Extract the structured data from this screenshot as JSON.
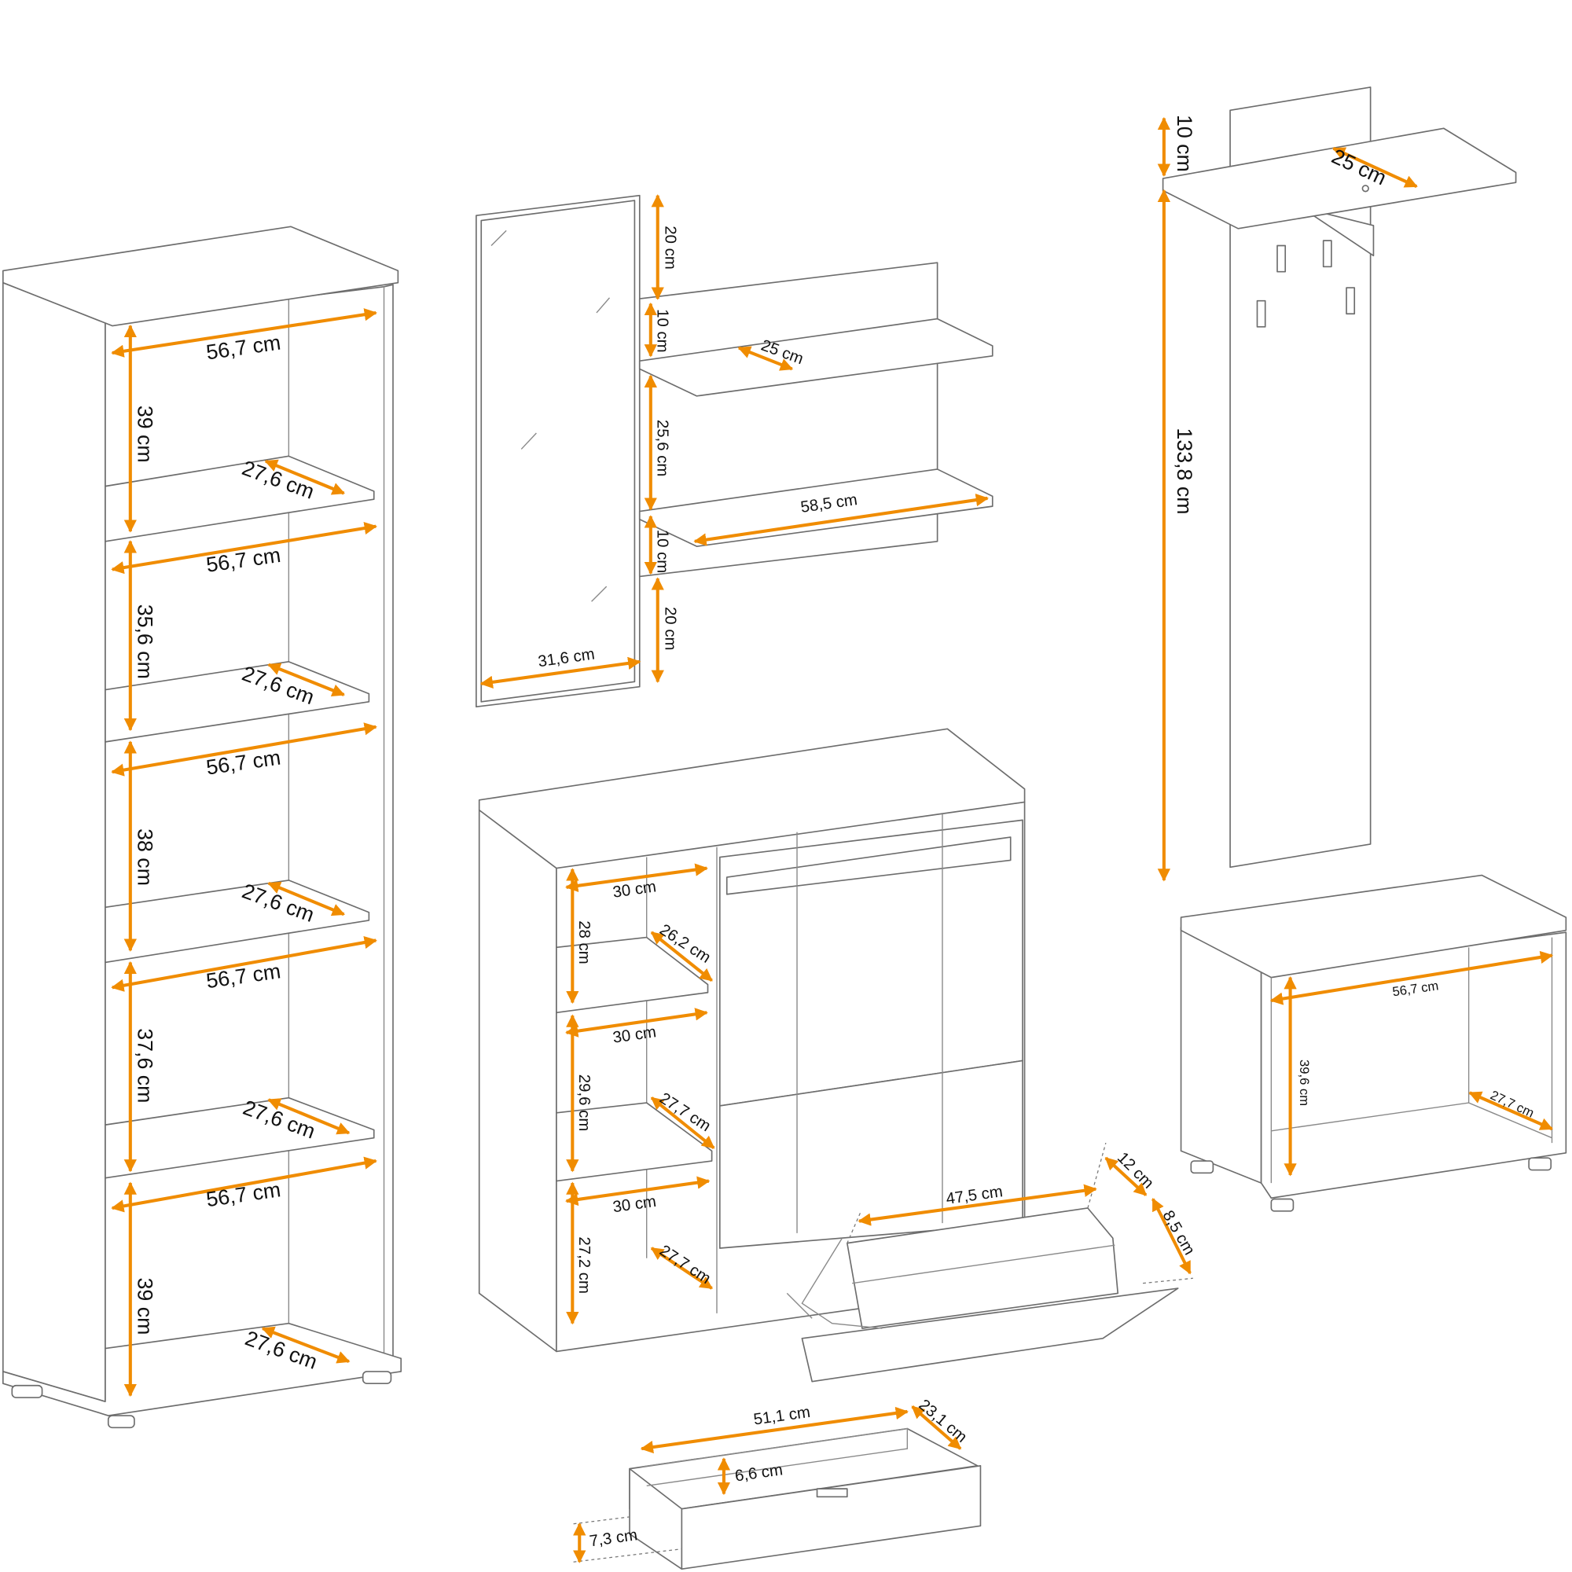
{
  "accent_color": "#f08c00",
  "bookcase": {
    "labels": [
      "56,7 cm",
      "39 cm",
      "27,6 cm",
      "56,7 cm",
      "35,6 cm",
      "27,6 cm",
      "56,7 cm",
      "38 cm",
      "27,6 cm",
      "56,7 cm",
      "37,6 cm",
      "27,6 cm",
      "56,7 cm",
      "39 cm",
      "27,6 cm"
    ]
  },
  "mirror_shelf": {
    "labels": [
      "20 cm",
      "10 cm",
      "25 cm",
      "25,6 cm",
      "58,5 cm",
      "10 cm",
      "20 cm",
      "31,6 cm"
    ]
  },
  "coat_rack": {
    "labels": [
      "10 cm",
      "25 cm",
      "133,8 cm"
    ]
  },
  "shoe_cabinet": {
    "labels": [
      "30 cm",
      "28 cm",
      "26,2 cm",
      "30 cm",
      "29,6 cm",
      "27,7 cm",
      "30 cm",
      "27,2 cm",
      "27,7 cm",
      "47,5 cm",
      "12 cm",
      "8,5 cm"
    ]
  },
  "bench": {
    "labels": [
      "56,7 cm",
      "39,6 cm",
      "27,7 cm"
    ]
  },
  "drawer": {
    "labels": [
      "51,1 cm",
      "23,1 cm",
      "6,6 cm",
      "7,3 cm"
    ]
  }
}
